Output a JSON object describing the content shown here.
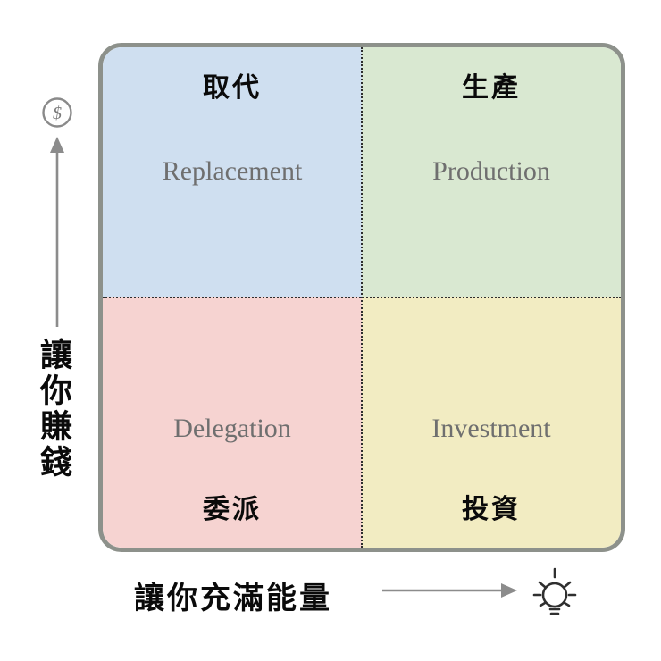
{
  "quadrants": [
    {
      "position": "top-left",
      "zh": "取代",
      "en": "Replacement",
      "color": "#cfdff0"
    },
    {
      "position": "top-right",
      "zh": "生產",
      "en": "Production",
      "color": "#d9e8d1"
    },
    {
      "position": "bottom-left",
      "zh": "委派",
      "en": "Delegation",
      "color": "#f6d3d1"
    },
    {
      "position": "bottom-right",
      "zh": "投資",
      "en": "Investment",
      "color": "#f2ecc2"
    }
  ],
  "y_axis": {
    "label": "讓你賺錢",
    "icon": "dollar-circle-icon",
    "icon_glyph": "$"
  },
  "x_axis": {
    "label": "讓你充滿能量",
    "icon": "lightbulb-icon"
  },
  "colors": {
    "border": "#8d918b",
    "divider": "#2e2e2e",
    "arrow": "#8c8c8c",
    "zh_text": "#0a0a0a",
    "en_text": "#6f6f6f"
  }
}
